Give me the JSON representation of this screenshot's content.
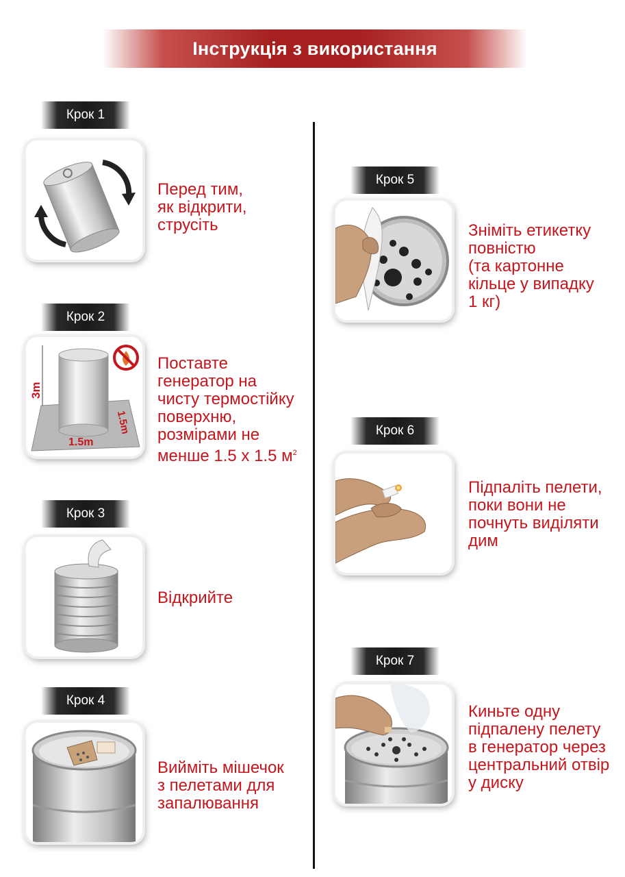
{
  "title": "Інструкція з використання",
  "steps": [
    {
      "label": "Крок 1",
      "text": [
        "Перед тим,",
        "як відкрити,",
        "струсіть"
      ]
    },
    {
      "label": "Крок 2",
      "text": [
        "Поставте",
        "генератор на",
        "чисту термостійку",
        "поверхню,",
        "розмірами не",
        "менше 1.5 x 1.5 м"
      ],
      "superscript": "2",
      "dims": {
        "height": "3m",
        "width": "1.5m",
        "depth": "1.5m"
      }
    },
    {
      "label": "Крок 3",
      "text": [
        "Відкрийте"
      ]
    },
    {
      "label": "Крок 4",
      "text": [
        "Вийміть мішечок",
        "з пелетами для",
        "запалювання"
      ]
    },
    {
      "label": "Крок 5",
      "text": [
        "Зніміть етикетку",
        "повністю",
        "(та картонне",
        "кільце у випадку",
        "1 кг)"
      ]
    },
    {
      "label": "Крок 6",
      "text": [
        "Підпаліть пелети,",
        "поки вони не",
        "почнуть виділяти",
        "дим"
      ]
    },
    {
      "label": "Крок 7",
      "text": [
        "Киньте одну",
        "підпалену пелету",
        "в генератор через",
        "центральний отвір",
        "у диску"
      ]
    }
  ],
  "colors": {
    "accent": "#c4161c",
    "banner": "#a6201f",
    "tag": "#1a1a1a"
  }
}
